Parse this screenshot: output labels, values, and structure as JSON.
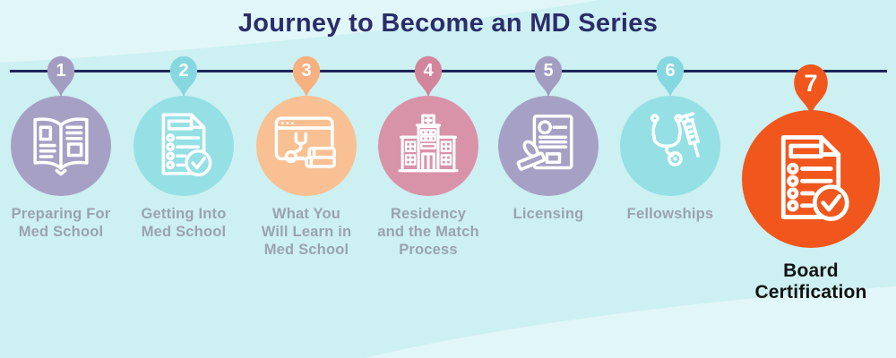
{
  "title": {
    "text": "Journey to Become an MD Series",
    "color": "#2b2d6a"
  },
  "background": {
    "base_color": "#cdf0f2",
    "wave_color": "#e1f6f8"
  },
  "timeline": {
    "line_color": "#1e2657",
    "number_text_color": "#ffffff"
  },
  "labels": {
    "default_color": "#9aa3ae",
    "highlight_color": "#121212"
  },
  "steps": [
    {
      "number": "1",
      "label": "Preparing For\nMed School",
      "icon": "open-book-icon",
      "pin_color": "#a39dc2",
      "circle_color": "#a6a1c4",
      "highlighted": false
    },
    {
      "number": "2",
      "label": "Getting Into\nMed School",
      "icon": "checklist-check-icon",
      "pin_color": "#86d8e0",
      "circle_color": "#95e0e5",
      "highlighted": false
    },
    {
      "number": "3",
      "label": "What You\nWill Learn in\nMed School",
      "icon": "online-learning-icon",
      "pin_color": "#f7b080",
      "circle_color": "#f9c093",
      "highlighted": false
    },
    {
      "number": "4",
      "label": "Residency\nand the Match\nProcess",
      "icon": "hospital-icon",
      "pin_color": "#d2859d",
      "circle_color": "#d993a9",
      "highlighted": false
    },
    {
      "number": "5",
      "label": "Licensing",
      "icon": "license-stamp-icon",
      "pin_color": "#a39dc2",
      "circle_color": "#a6a1c4",
      "highlighted": false
    },
    {
      "number": "6",
      "label": "Fellowships",
      "icon": "stethoscope-syringe-icon",
      "pin_color": "#86d8e0",
      "circle_color": "#95e0e5",
      "highlighted": false
    },
    {
      "number": "7",
      "label": "Board\nCertification",
      "icon": "board-checklist-icon",
      "pin_color": "#f1571d",
      "circle_color": "#f1571d",
      "highlighted": true
    }
  ]
}
